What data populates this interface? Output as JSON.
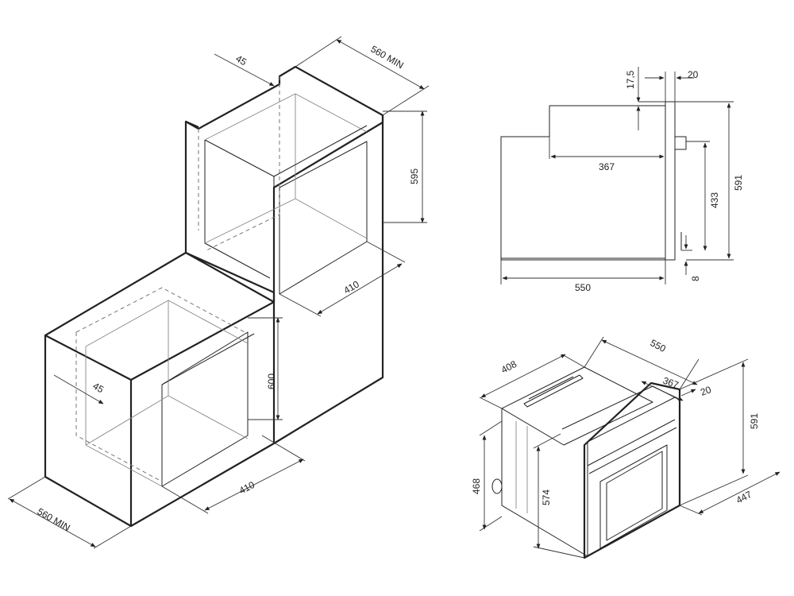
{
  "upper_niche": {
    "depth_label": "560 MIN",
    "setback_label": "45",
    "height_label": "595",
    "width_label": "410"
  },
  "lower_niche": {
    "depth_label": "560 MIN",
    "setback_label": "45",
    "height_label": "600",
    "width_label": "410"
  },
  "side_view": {
    "top_offset_label": "17,5",
    "panel_label": "20",
    "inner_depth_label": "367",
    "total_height_label": "591",
    "cavity_height_label": "433",
    "body_depth_label": "550",
    "bottom_offset_label": "8"
  },
  "iso_view": {
    "width_label": "408",
    "depth_label": "550",
    "inner_depth_label": "367",
    "panel_label": "20",
    "height_label": "591",
    "base_depth_label": "447",
    "left_height_label": "468",
    "inner_height_label": "574"
  }
}
